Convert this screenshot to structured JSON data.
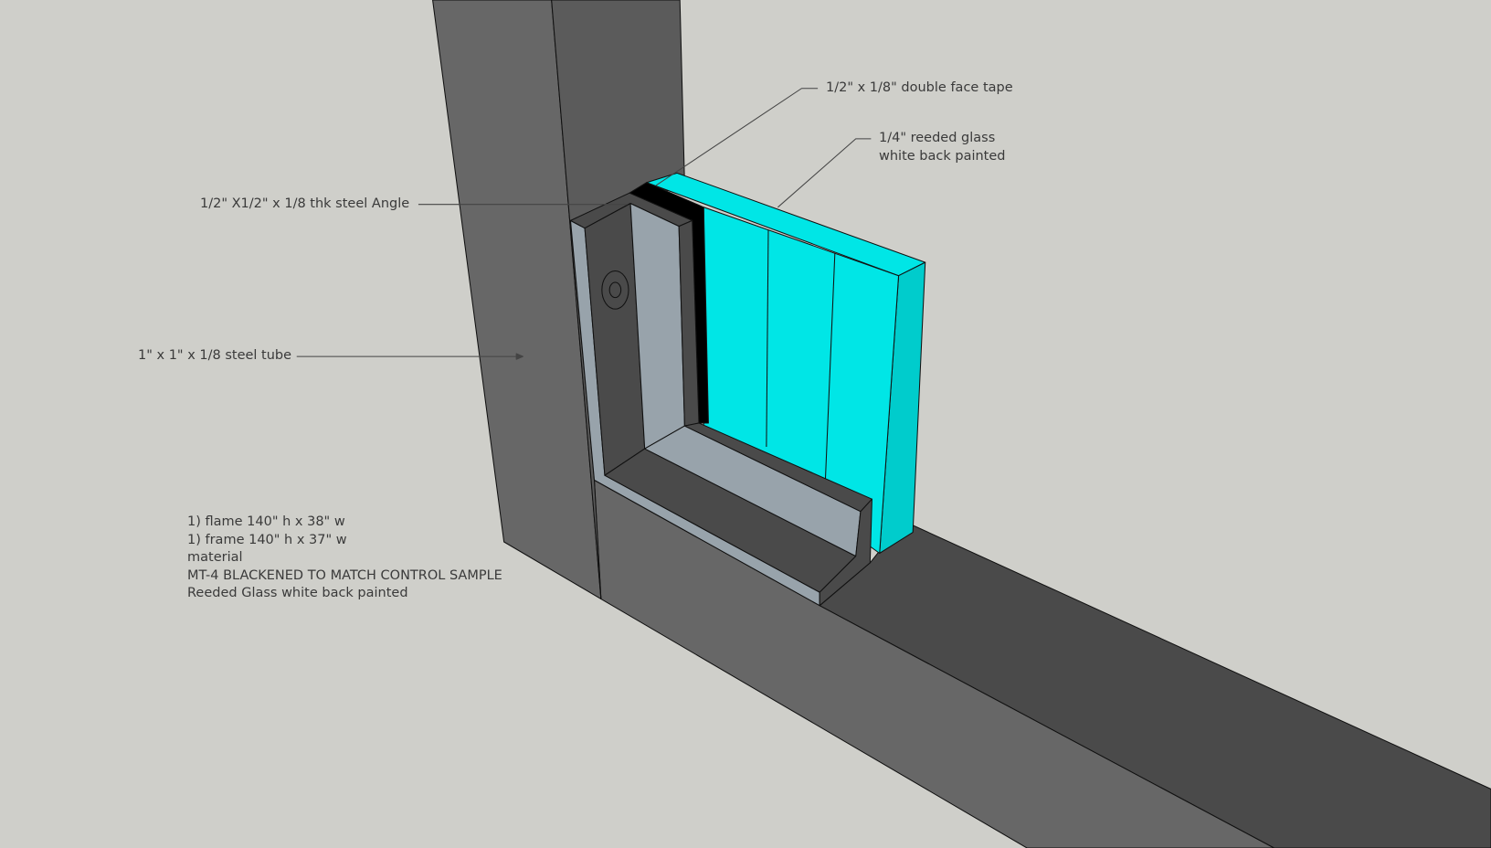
{
  "labels": {
    "tape": "1/2\" x 1/8\" double face tape",
    "glass_line1": "1/4\" reeded glass",
    "glass_line2": "white back painted",
    "angle": "1/2\" X1/2\" x 1/8 thk steel Angle",
    "tube": "1\" x 1\" x 1/8 steel tube"
  },
  "notes": [
    "1) flame 140\" h x 38\" w",
    "1) frame 140\" h x 37\" w",
    "material",
    "MT-4 BLACKENED TO MATCH CONTROL SAMPLE",
    "Reeded Glass white back painted"
  ],
  "colors": {
    "background": "#cfcfca",
    "tube_light": "#676767",
    "tube_dark": "#4a4a4a",
    "angle_face": "#98a3ab",
    "glass": "#00e6e6",
    "glass_side": "#00cccc",
    "tape": "#000000"
  }
}
